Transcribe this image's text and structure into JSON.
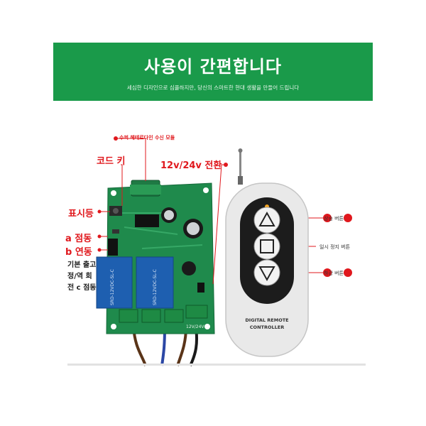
{
  "banner": {
    "title": "사용이 간편합니다",
    "subtitle": "세심한 디자인으로 심플하지만, 당신의 스마트한 현대 생활을 만들어 드립니다"
  },
  "labels": {
    "receiver_module": "수퍼 헤테로다인 수신 모듈",
    "code_key": "코드 키",
    "voltage_switch": "12v/24v 전환",
    "indicator": "표시등",
    "a_mode": "a 점동",
    "b_mode": "b 연동",
    "default_line1": "기본 출고",
    "default_line2": "정/역 회",
    "default_line3": "전 c 점동"
  },
  "remote": {
    "brand_line1": "DIGITAL REMOTE",
    "brand_line2": "CONTROLLER",
    "buttons": [
      {
        "icon": "triangle-up-icon",
        "label": "상승 버튼"
      },
      {
        "icon": "square-stop-icon",
        "label": "일시 정지 버튼"
      },
      {
        "icon": "triangle-down-icon",
        "label": "하강 버튼"
      }
    ]
  },
  "board": {
    "relay_text": "SRD-12VDC-SL-C",
    "terminal_text": "12V/24V"
  },
  "colors": {
    "banner": "#1a9a4a",
    "label_red": "#e0181d",
    "pcb_green": "#1f8a4c",
    "relay_blue": "#1e5fb0",
    "remote_body": "#e9e9e9",
    "remote_face": "#1c1c1c"
  }
}
